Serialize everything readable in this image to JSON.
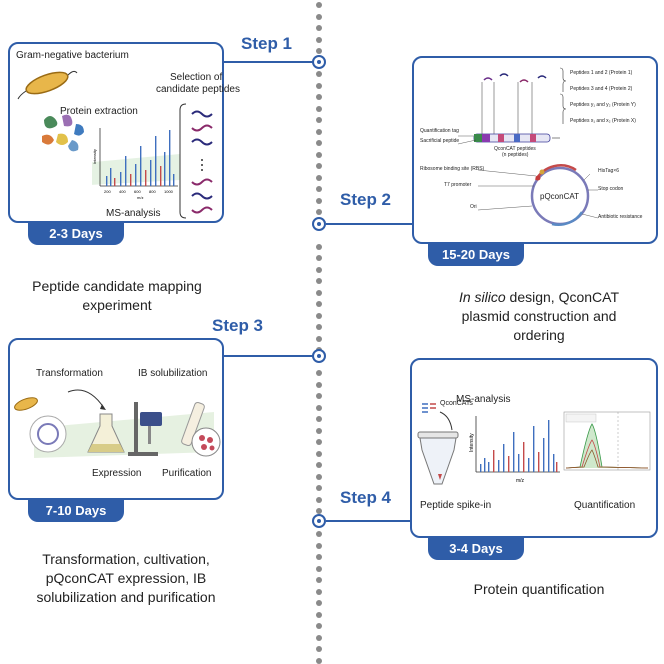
{
  "steps": [
    {
      "label": "Step 1",
      "days": "2-3 Days",
      "caption": [
        "Peptide candidate mapping",
        "experiment"
      ],
      "labels": {
        "bacterium": "Gram-negative bacterium",
        "extraction": "Protein extraction",
        "selection1": "Selection of",
        "selection2": "candidate peptides",
        "ms": "MS-analysis",
        "yaxis": "Intensity",
        "xaxis": "m/z"
      },
      "ms_ticks": [
        "200",
        "400",
        "600",
        "800",
        "1000"
      ]
    },
    {
      "label": "Step 2",
      "days": "15-20 Days",
      "caption_italic": "In silico",
      "caption": [
        " design, QconCAT",
        "plasmid construction and",
        "ordering"
      ],
      "labels": {
        "quant_tag": "Quantification tag",
        "sacrificial": "Sacrificial peptide",
        "qconcat_peptides": "QconCAT peptides",
        "n_peptides": "(n peptides)",
        "rbs": "Ribosome binding site (RBS)",
        "t7": "T7 promoter",
        "ori": "Ori",
        "plasmid": "pQconCAT",
        "histag": "HisTag×6",
        "stop": "Stop codon",
        "antibiotic": "Antibiotic resistance"
      },
      "peptide_groups": [
        "Peptides 1 and 2 (Protein 1)",
        "Peptides 3 and 4 (Protein 2)",
        "Peptides y₁ and y₂ (Protein Y)",
        "Peptides x₁ and x₂ (Protein X)"
      ]
    },
    {
      "label": "Step 3",
      "days": "7-10 Days",
      "caption": [
        "Transformation, cultivation,",
        "pQconCAT expression, IB",
        "solubilization and purification"
      ],
      "labels": {
        "transformation": "Transformation",
        "ib": "IB solubilization",
        "expression": "Expression",
        "purification": "Purification"
      }
    },
    {
      "label": "Step 4",
      "days": "3-4 Days",
      "caption": [
        "Protein quantification"
      ],
      "labels": {
        "ms": "MS-analysis",
        "qconcats": "QconCATs",
        "spike": "Peptide spike-in",
        "quant": "Quantification",
        "yaxis": "Intensity",
        "xaxis": "m/z"
      }
    }
  ],
  "colors": {
    "accent": "#2f5da8",
    "timeline": "#8a8a8a"
  }
}
